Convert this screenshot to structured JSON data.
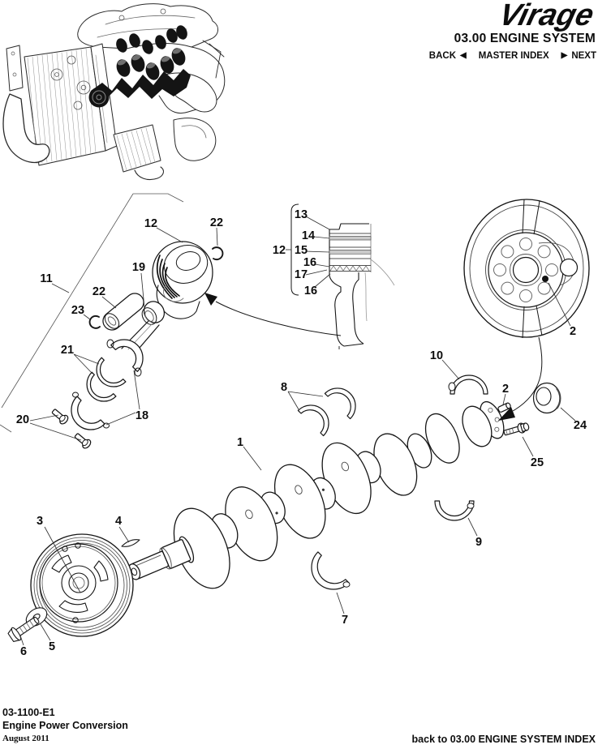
{
  "header": {
    "brand_logo": "Virage",
    "section_title": "03.00 ENGINE SYSTEM",
    "nav": {
      "back_label": "BACK",
      "back_arrow": "◀",
      "master_index_label": "MASTER INDEX",
      "next_arrow": "▶",
      "next_label": "NEXT"
    }
  },
  "footer": {
    "document_number": "03-1100-E1",
    "document_title": "Engine Power Conversion",
    "issue_date": "August 2011",
    "back_link": "back to 03.00 ENGINE SYSTEM INDEX"
  },
  "diagram": {
    "callouts": {
      "crankshaft": "1",
      "flywheel_dowel": "2",
      "crankshaft_dowel": "2",
      "crankshaft_pulley": "3",
      "woodruff_key": "4",
      "pulley_washer": "5",
      "pulley_bolt": "6",
      "main_bearing_lower_front": "7",
      "main_bearing_upper_shells": "8",
      "main_bearing_lower_rear": "9",
      "thrust_bearing_upper": "10",
      "piston_conrod_assembly": "11",
      "piston": "12",
      "piston_ring_set": "12",
      "piston_ring_13": "13",
      "piston_ring_14": "14",
      "piston_ring_15": "15",
      "oil_ring_rail_upper": "16",
      "oil_ring_expander": "17",
      "oil_ring_rail_lower": "16",
      "conrod_cap": "18",
      "conrod_small_end": "19",
      "conrod_bolts": "20",
      "conrod_bearing_shells": "21",
      "gudgeon_pin_circlip": "22",
      "gudgeon_pin": "22",
      "gudgeon_pin_circlip_2": "23",
      "rear_oil_seal": "24",
      "flywheel_bolt": "25"
    }
  }
}
